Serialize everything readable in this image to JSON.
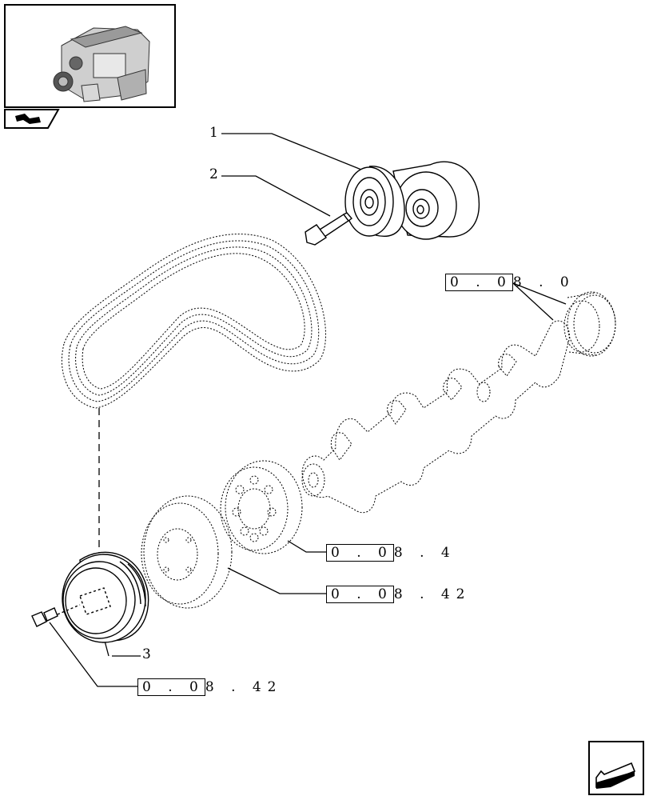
{
  "thumbnail": {
    "icon": "engine-thumbnail",
    "tab_icon": "book-arrow-icon"
  },
  "callouts": [
    {
      "id": "1",
      "label": "1"
    },
    {
      "id": "2",
      "label": "2"
    },
    {
      "id": "3",
      "label": "3"
    }
  ],
  "references": [
    {
      "id": "crankshaft-gear",
      "boxed": "0 . 0",
      "rest": "8 . 0"
    },
    {
      "id": "vibration-damper",
      "boxed": "0 . 0",
      "rest": "8 . 4"
    },
    {
      "id": "pulley-assembly",
      "boxed": "0 . 0",
      "rest": "8 . 42"
    },
    {
      "id": "pulley-bolt",
      "boxed": "0 . 0",
      "rest": "8 . 42"
    }
  ],
  "navigation": {
    "icon": "next-page-arrow-icon"
  }
}
